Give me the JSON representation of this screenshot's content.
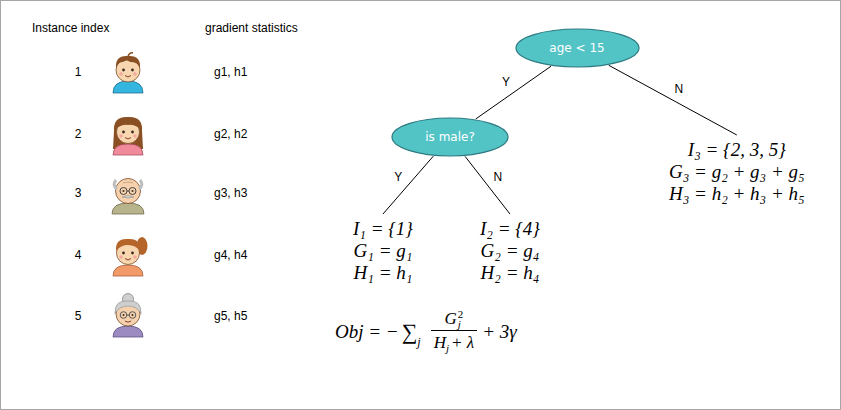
{
  "diagram": {
    "nodes": [
      {
        "text": [
          "age < 15"
        ]
      },
      {
        "text": [
          "is male?"
        ]
      },
      {
        "text": [
          "I₁ = {1}",
          "G₁ = g₁",
          "H₁ = h₁"
        ]
      },
      {
        "text": [
          "I₂ = {4}",
          "G₂ = g₄",
          "H₂ = h₄"
        ]
      },
      {
        "text": [
          "I₃ = {2, 3, 5}",
          "G₃ = g₂ + g₃ + g₅",
          "H₃ = h₂ + h₃ + h₅"
        ]
      }
    ],
    "edges": [
      {
        "from": 0,
        "to": 1,
        "arrow": "none",
        "label": "Y"
      },
      {
        "from": 0,
        "to": 4,
        "arrow": "none",
        "label": "N"
      },
      {
        "from": 1,
        "to": 2,
        "arrow": "none",
        "label": "Y"
      },
      {
        "from": 1,
        "to": 3,
        "arrow": "none",
        "label": "N"
      }
    ],
    "labels": [
      "Instance index",
      "gradient statistics",
      "1",
      "g1, h1",
      "2",
      "g2, h2",
      "3",
      "g3, h3",
      "4",
      "g4, h4",
      "5",
      "g5, h5",
      "Obj = −",
      "∑",
      "j",
      "G",
      "j",
      "2",
      "H",
      "j",
      "+ λ",
      "+ 3γ"
    ]
  }
}
